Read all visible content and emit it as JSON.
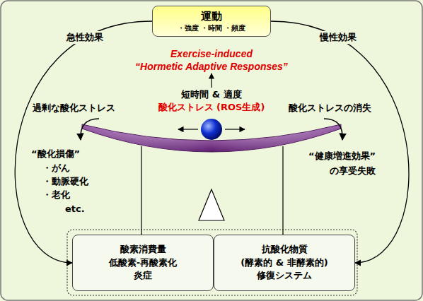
{
  "diagram": {
    "nodes": [
      {
        "text": [
          "運動",
          "・強度 ・時間 ・頻度"
        ]
      },
      {
        "text": [
          "酸素消費量",
          "低酸素-再酸素化",
          "炎症"
        ]
      },
      {
        "text": [
          "抗酸化物質",
          "(酵素的 & 非酵素的)",
          "修復システム"
        ]
      }
    ],
    "edges": [
      {
        "from": 0,
        "to": 1,
        "label": "急性効果",
        "arrow": "to"
      },
      {
        "from": 0,
        "to": 2,
        "label": "慢性効果",
        "arrow": "to"
      }
    ],
    "labels": [
      "Exercise-induced",
      "“Hormetic Adaptive Responses”",
      "短時間 & 適度",
      "酸化ストレス (ROS生成)",
      "過剰な酸化ストレス",
      "酸化ストレスの消失",
      "“酸化損傷”",
      "・がん",
      "・動脈硬化",
      "・老化",
      "etc.",
      "“健康増進効果”",
      "の享受失敗"
    ]
  }
}
